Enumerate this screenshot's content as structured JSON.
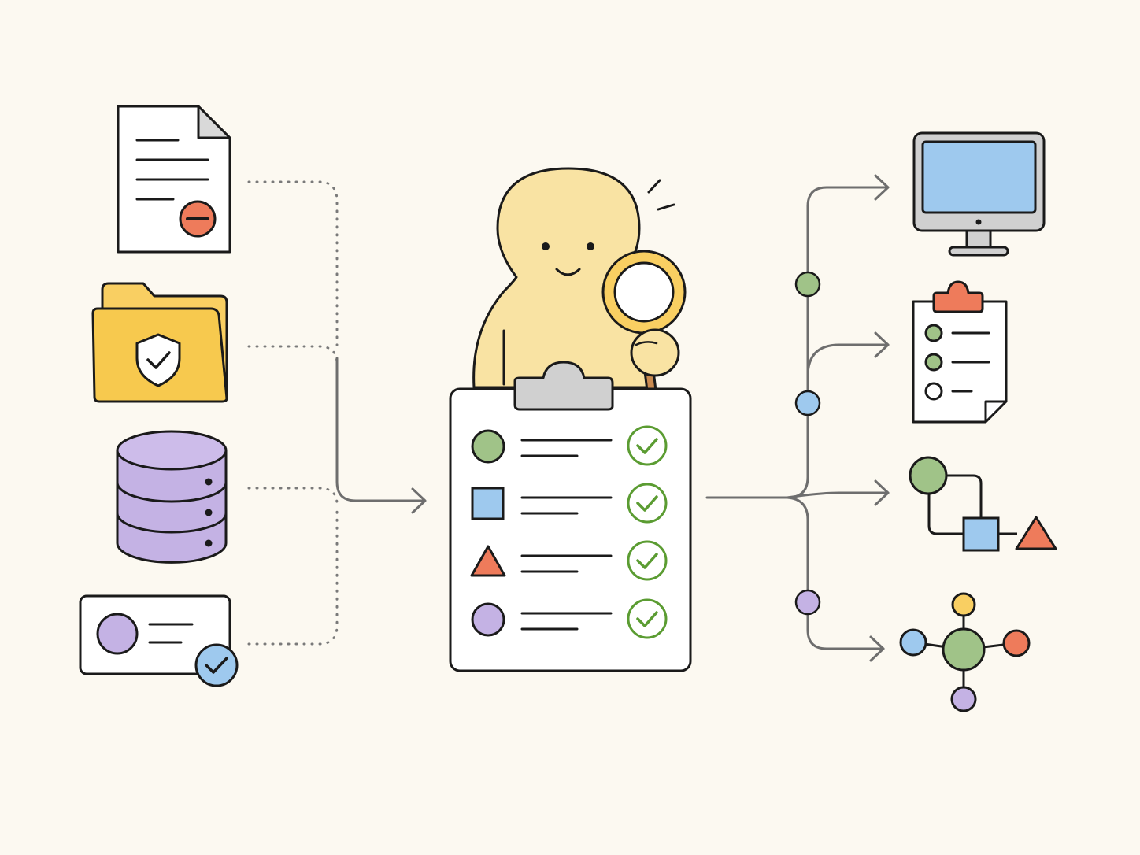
{
  "colors": {
    "background": "#fcf9f1",
    "stroke": "#1a1a1a",
    "connector": "#6e6e6e",
    "red": "#ee7b5b",
    "yellow": "#f9cf62",
    "purple": "#c4b2e4",
    "blue": "#9ec9ee",
    "green": "#a0c388",
    "check_green": "#5b9c32",
    "character": "#f9e3a3",
    "clip_gray": "#d0d0d0",
    "card": "#ffffff"
  },
  "sources": [
    {
      "name": "document",
      "icon": "document-remove-icon"
    },
    {
      "name": "secure-folder",
      "icon": "shield-folder-icon"
    },
    {
      "name": "database",
      "icon": "database-icon"
    },
    {
      "name": "profile-card",
      "icon": "verified-profile-card-icon"
    }
  ],
  "character": {
    "icon": "inspector-character-icon",
    "tool": "magnifying-glass-icon"
  },
  "checklist": {
    "icon": "clipboard-checklist-icon",
    "items": [
      {
        "shape": "circle",
        "color": "green",
        "checked": true
      },
      {
        "shape": "square",
        "color": "blue",
        "checked": true
      },
      {
        "shape": "triangle",
        "color": "red",
        "checked": true
      },
      {
        "shape": "circle",
        "color": "purple",
        "checked": true
      }
    ]
  },
  "branch_nodes": [
    "green",
    "blue",
    "purple"
  ],
  "outputs": [
    {
      "name": "monitor",
      "icon": "monitor-icon"
    },
    {
      "name": "task-list",
      "icon": "task-clipboard-icon"
    },
    {
      "name": "flowchart",
      "icon": "flowchart-icon"
    },
    {
      "name": "network",
      "icon": "network-graph-icon"
    }
  ]
}
